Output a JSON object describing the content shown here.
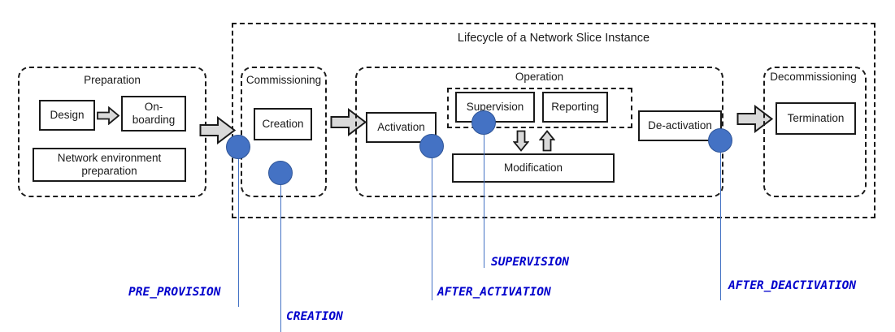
{
  "diagram": {
    "outer": {
      "title": "Lifecycle of a Network Slice Instance"
    },
    "groups": [
      {
        "id": "preparation",
        "title": "Preparation"
      },
      {
        "id": "commissioning",
        "title": "Commissioning"
      },
      {
        "id": "operation",
        "title": "Operation"
      },
      {
        "id": "decommissioning",
        "title": "Decommissioning"
      }
    ],
    "boxes": [
      {
        "id": "design",
        "label": "Design"
      },
      {
        "id": "onboarding",
        "label": "On-boarding"
      },
      {
        "id": "netenvprep",
        "label": "Network environment preparation"
      },
      {
        "id": "creation",
        "label": "Creation"
      },
      {
        "id": "activation",
        "label": "Activation"
      },
      {
        "id": "supervision",
        "label": "Supervision"
      },
      {
        "id": "reporting",
        "label": "Reporting"
      },
      {
        "id": "modification",
        "label": "Modification"
      },
      {
        "id": "deactivation",
        "label": "De-activation"
      },
      {
        "id": "termination",
        "label": "Termination"
      }
    ],
    "hooks": [
      {
        "id": "pre_provision",
        "label": "PRE_PROVISION"
      },
      {
        "id": "creation",
        "label": "CREATION"
      },
      {
        "id": "after_activation",
        "label": "AFTER_ACTIVATION"
      },
      {
        "id": "supervision",
        "label": "SUPERVISION"
      },
      {
        "id": "after_deactivation",
        "label": "AFTER_DEACTIVATION"
      }
    ],
    "colors": {
      "dot_fill": "#4472c4",
      "dot_stroke": "#2f5597",
      "label_text": "#0000cc",
      "arrow_fill": "#d9d9d9",
      "stroke": "#1a1a1a"
    }
  }
}
